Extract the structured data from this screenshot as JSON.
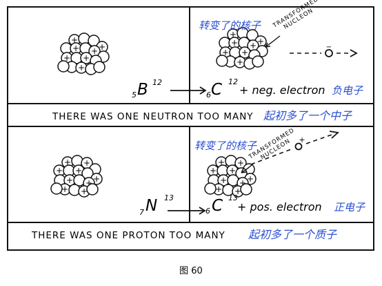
{
  "colors": {
    "ink": "#111111",
    "blue": "#2a4fd0",
    "paper": "#ffffff"
  },
  "top": {
    "annotation_cn": "转变了的核子",
    "annotation_en_line1": "TRANSFORMED",
    "annotation_en_line2": "NUCLEON",
    "reactant_symbol": "B",
    "reactant_z": "5",
    "reactant_a": "12",
    "product_symbol": "C",
    "product_z": "6",
    "product_a": "12",
    "product_tail": "+ neg. electron",
    "product_tail_cn": "负电子",
    "particle_sign": "−",
    "caption_en": "THERE WAS ONE NEUTRON TOO MANY",
    "caption_cn": "起初多了一个中子"
  },
  "bottom": {
    "annotation_cn": "转变了的核子",
    "annotation_en_line1": "TRANSFORMED",
    "annotation_en_line2": "NUCLEON",
    "reactant_symbol": "N",
    "reactant_z": "7",
    "reactant_a": "13",
    "product_symbol": "C",
    "product_z": "6",
    "product_a": "13",
    "product_tail": "+ pos. electron",
    "product_tail_cn": "正电子",
    "particle_sign": "+",
    "caption_en": "THERE WAS ONE PROTON TOO MANY",
    "caption_cn": "起初多了一个质子"
  },
  "figure_label": "图 60",
  "proton_sign": "+"
}
